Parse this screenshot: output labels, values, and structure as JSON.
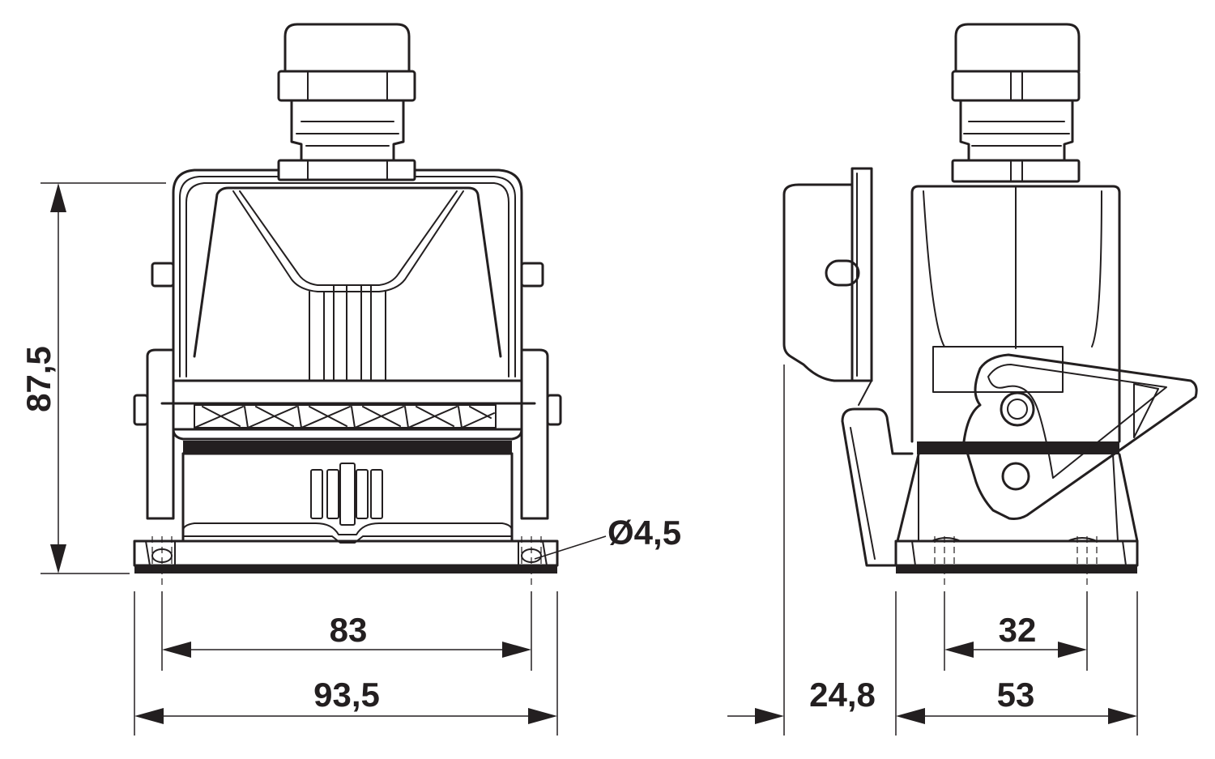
{
  "dimensions": {
    "height": "87,5",
    "hole_diameter": "Ø4,5",
    "hole_spacing_front": "83",
    "width_front": "93,5",
    "depth_offset": "24,8",
    "hole_spacing_side": "32",
    "width_side": "53"
  },
  "colors": {
    "line": "#231f20",
    "background": "#ffffff"
  }
}
